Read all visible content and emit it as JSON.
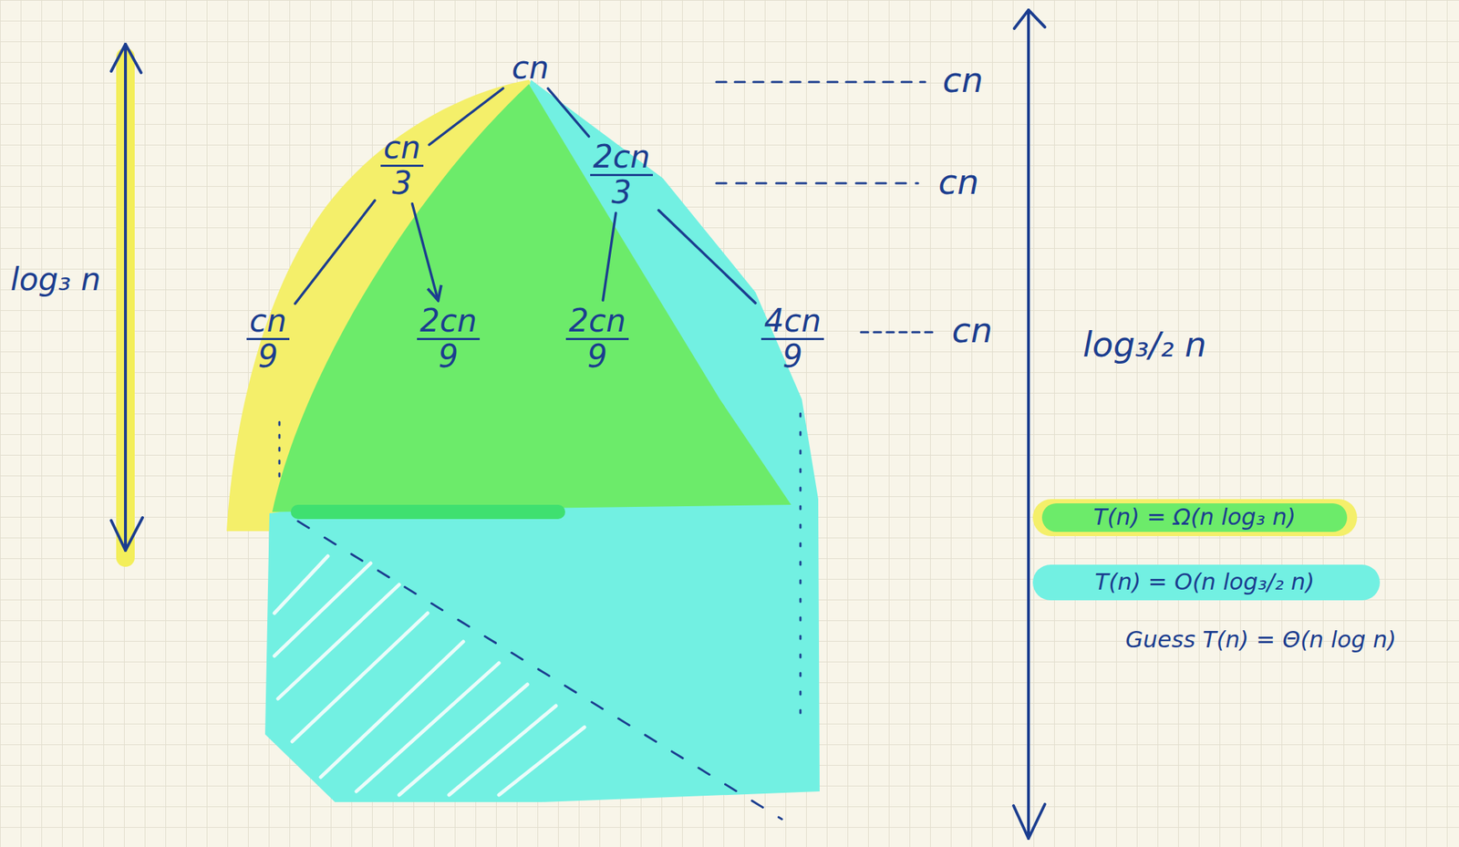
{
  "diagram": {
    "nodes": [
      {
        "text": [
          "cn"
        ]
      },
      {
        "text": [
          "cn",
          "3"
        ]
      },
      {
        "text": [
          "2cn",
          "3"
        ]
      },
      {
        "text": [
          "cn",
          "9"
        ]
      },
      {
        "text": [
          "2cn",
          "9"
        ]
      },
      {
        "text": [
          "2cn",
          "9"
        ]
      },
      {
        "text": [
          "4cn",
          "9"
        ]
      }
    ],
    "edges": [
      {
        "from": 0,
        "to": 1,
        "arrow": "none"
      },
      {
        "from": 0,
        "to": 2,
        "arrow": "none"
      },
      {
        "from": 1,
        "to": 3,
        "arrow": "none"
      },
      {
        "from": 1,
        "to": 4,
        "arrow": "to"
      },
      {
        "from": 2,
        "to": 5,
        "arrow": "none"
      },
      {
        "from": 2,
        "to": 6,
        "arrow": "none"
      }
    ],
    "labels": [
      "log₃ n",
      "cn",
      "cn",
      "cn",
      "log₃/₂ n",
      "T(n) = Ω(n log₃ n)",
      "T(n) = O(n log₃/₂ n)",
      "Guess T(n) = Θ(n log n)"
    ]
  }
}
